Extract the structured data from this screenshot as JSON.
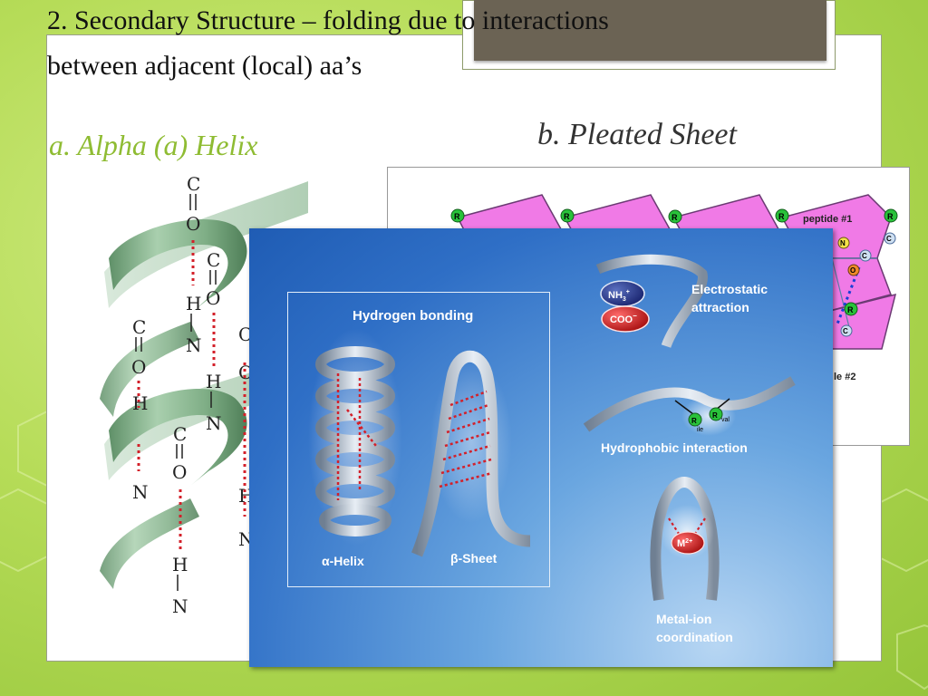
{
  "slide": {
    "title_line1": "2. Secondary Structure – folding  due to interactions",
    "title_line2": "between adjacent (local) aa’s",
    "subtitle_alpha": "a. Alpha (a) Helix",
    "subtitle_beta": "b. Pleated Sheet"
  },
  "helix_figure": {
    "atoms": {
      "c": "C",
      "o": "O",
      "h": "H",
      "n": "N"
    }
  },
  "sheet_figure": {
    "residue_label": "R",
    "peptide_1": "peptide #1",
    "peptide_2_partial": "le #2",
    "atoms": {
      "n": "N",
      "o": "O",
      "c": "C"
    }
  },
  "interactions_figure": {
    "hydrogen_bonding": "Hydrogen bonding",
    "alpha_helix": "α-Helix",
    "beta_sheet": "β-Sheet",
    "electrostatic": [
      "Electrostatic",
      "attraction"
    ],
    "nh3": "NH",
    "nh3_sub": "3",
    "nh3_sup": "+",
    "coo": "COO",
    "coo_sup": "−",
    "hydrophobic": "Hydrophobic interaction",
    "r_ile": "R",
    "ile": "ile",
    "r_val": "R",
    "val": "val",
    "metal_ion": [
      "Metal-ion",
      "coordination"
    ],
    "metal": "M",
    "metal_sup": "2+"
  },
  "colors": {
    "background_green": "#b6dc58",
    "subtitle_green": "#8fbc33",
    "helix_ribbon": "#7fae86",
    "hbond_red": "#d3202a",
    "sheet_pink": "#f07ae6",
    "figure_blue": "#2f6fc6"
  }
}
